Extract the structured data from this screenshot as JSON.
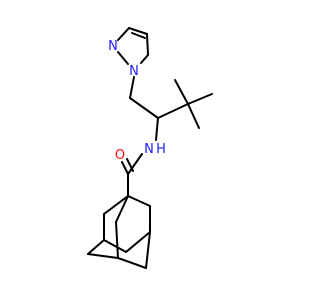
{
  "colors": {
    "bond": "#000000",
    "nitrogen": "#1c1cff",
    "oxygen": "#ff0d0d",
    "background": "#ffffff"
  },
  "atoms": {
    "pyrazole_n2": "N",
    "pyrazole_n1": "N",
    "amide_oxygen": "O",
    "amide_nitrogen": "N",
    "amide_hydrogen": "H"
  }
}
